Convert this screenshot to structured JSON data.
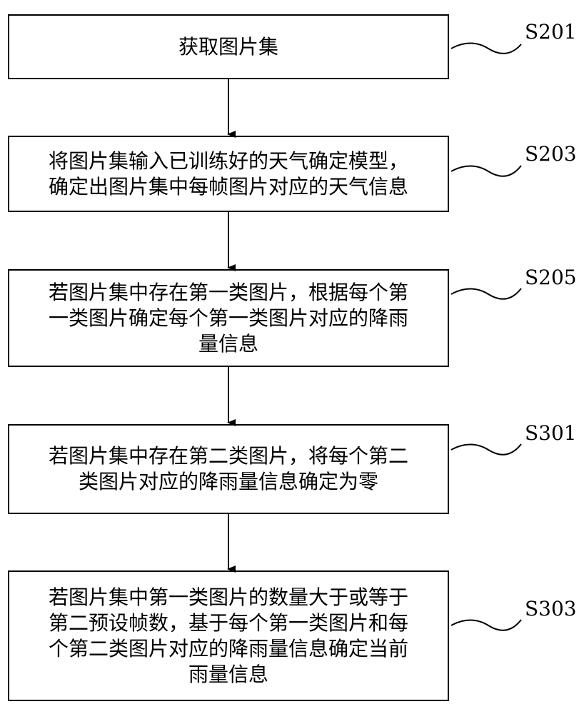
{
  "steps": [
    {
      "id": "S201",
      "text": "获取图片集"
    },
    {
      "id": "S203",
      "text": "将图片集输入已训练好的天气确定模型，\n确定出图片集中每帧图片对应的天气信息"
    },
    {
      "id": "S205",
      "text": "若图片集中存在第一类图片，根据每个第\n一类图片确定每个第一类图片对应的降雨\n量信息"
    },
    {
      "id": "S301",
      "text": "若图片集中存在第二类图片，将每个第二\n类图片对应的降雨量信息确定为零"
    },
    {
      "id": "S303",
      "text": "若图片集中第一类图片的数量大于或等于\n第二预设帧数，基于每个第一类图片和每\n个第二类图片对应的降雨量信息确定当前\n雨量信息"
    }
  ]
}
